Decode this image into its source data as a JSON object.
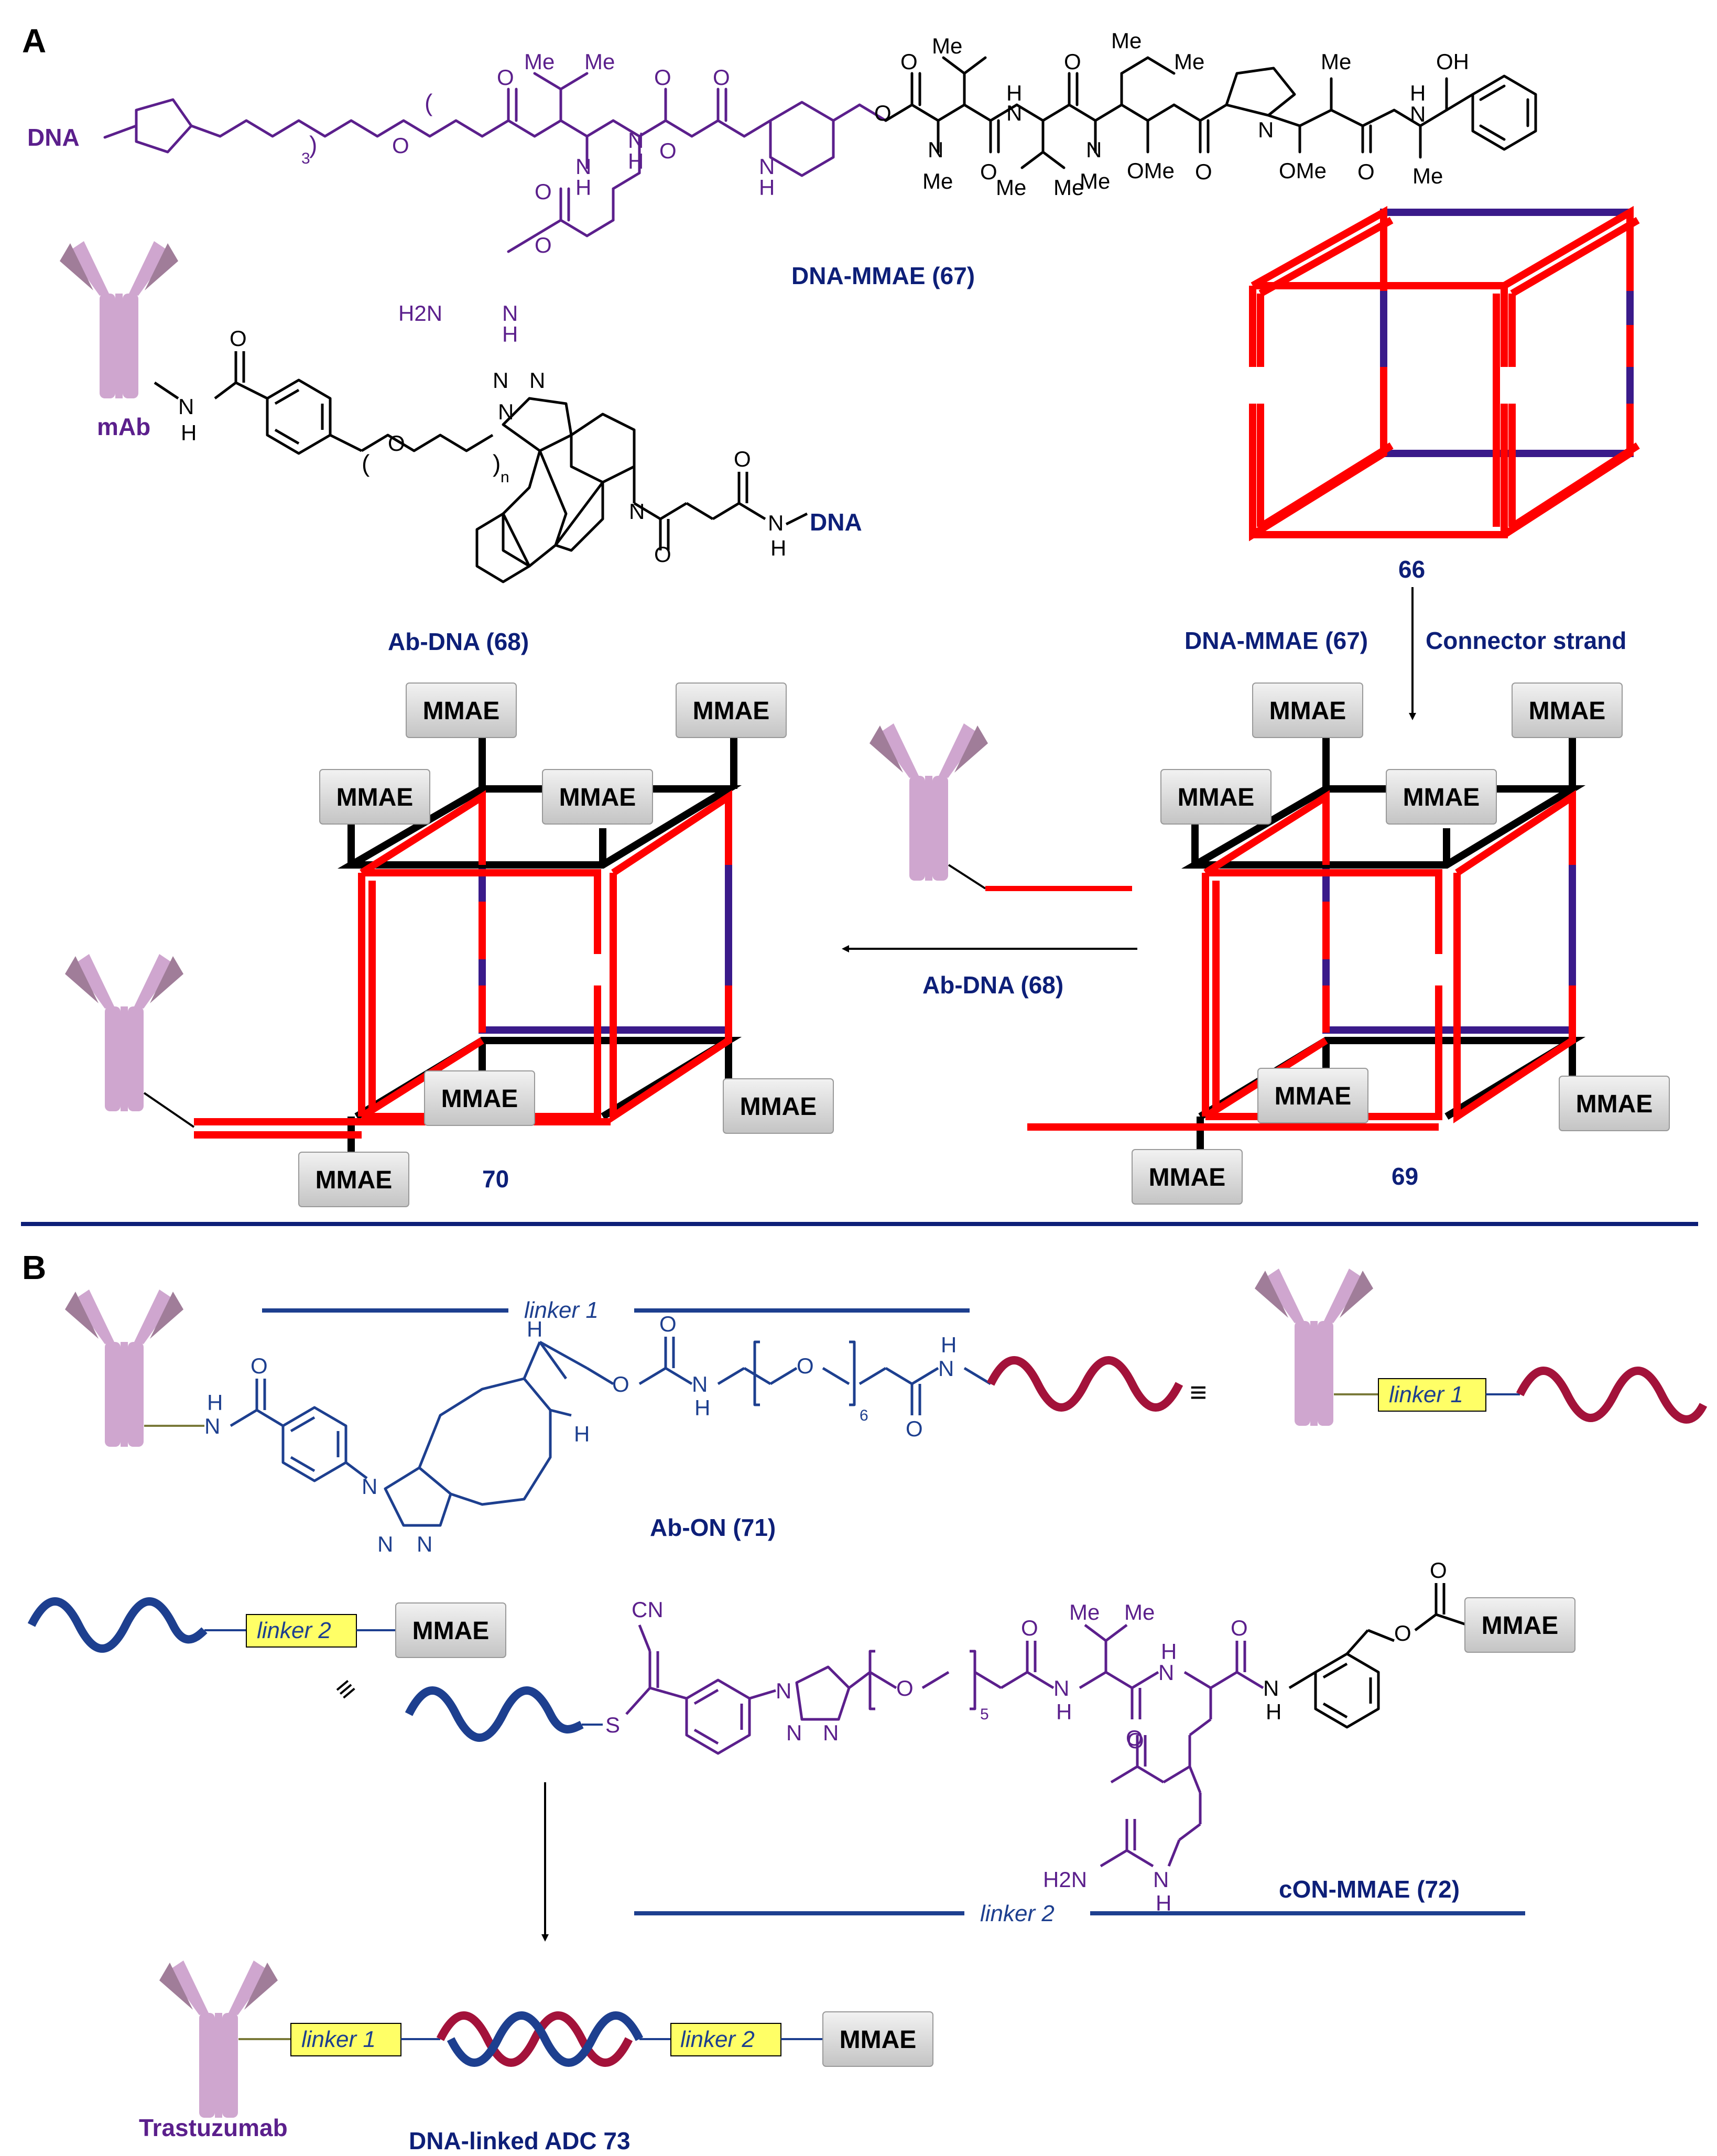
{
  "panels": {
    "a": {
      "letter": "A"
    },
    "b": {
      "letter": "B"
    }
  },
  "colors": {
    "purple_text": "#5b1f8c",
    "navy_text": "#0d1f78",
    "red_strand": "#ff0000",
    "purple_strand": "#3a1a8a",
    "antibody_light": "#cfa6cf",
    "antibody_dark": "#a07d99",
    "blue_chem": "#1d3f8f",
    "crimson_dna": "#a3123a",
    "linker_fill": "#ffff66",
    "divider": "#0d1f78"
  },
  "panel_a": {
    "compound_67": {
      "label": "DNA-MMAE (67)",
      "dna": "DNA",
      "subscript_3": "3",
      "urea": "H2N",
      "atoms": [
        "Me",
        "Me",
        "Me",
        "Me",
        "Me",
        "Me",
        "Me",
        "Me",
        "OMe",
        "OMe",
        "OH",
        "Me",
        "O",
        "O",
        "O",
        "O",
        "O",
        "O",
        "O",
        "O",
        "O",
        "O",
        "N",
        "N",
        "N",
        "N",
        "N",
        "N",
        "N",
        "N",
        "N",
        "N",
        "H",
        "H",
        "H",
        "H",
        "H",
        "H",
        "H"
      ]
    },
    "compound_68": {
      "label": "Ab-DNA (68)",
      "mab": "mAb",
      "dna": "DNA",
      "subscript_n": "n",
      "atoms": [
        "N",
        "N",
        "N",
        "N",
        "N",
        "N",
        "H",
        "H",
        "O",
        "O",
        "O",
        "O"
      ]
    },
    "cube_66": {
      "label": "66"
    },
    "reagents_step1": {
      "line1": "DNA-MMAE (67)",
      "line2": "Connector strand"
    },
    "reagent_step2": {
      "label": "Ab-DNA (68)"
    },
    "cube_69": {
      "label": "69"
    },
    "cube_70": {
      "label": "70"
    },
    "payload": "MMAE"
  },
  "panel_b": {
    "linker1_title": "linker 1",
    "linker2_title": "linker 2",
    "compound_71": {
      "label": "Ab-ON (71)",
      "subscript_6": "6",
      "atoms": [
        "O",
        "O",
        "O",
        "O",
        "H",
        "H",
        "N",
        "N",
        "N",
        "N",
        "H",
        "H",
        "H"
      ]
    },
    "compound_72": {
      "label": "cON-MMAE (72)",
      "cn": "CN",
      "s": "S",
      "subscript_5": "5",
      "h2n": "H2N",
      "atoms": [
        "Me",
        "Me",
        "O",
        "O",
        "O",
        "O",
        "O",
        "O",
        "O",
        "N",
        "N",
        "N",
        "N",
        "N",
        "N",
        "N",
        "H",
        "H",
        "H",
        "H"
      ]
    },
    "equivalent_symbol": "≡",
    "linker1_box": "linker 1",
    "linker2_box": "linker 2",
    "payload": "MMAE",
    "trastuzumab": "Trastuzumab",
    "product": "DNA-linked ADC 73"
  }
}
